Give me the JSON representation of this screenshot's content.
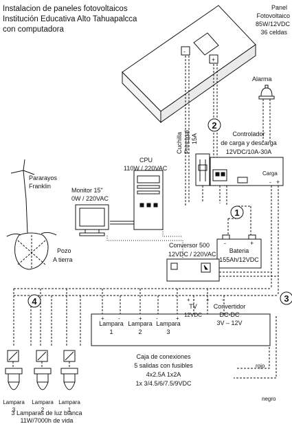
{
  "title": {
    "line1": "Instalacion de paneles fotovoltaicos",
    "line2": "Institución Educativa Alto Tahuapalcca",
    "line3": "con computadora"
  },
  "panel": {
    "label1": "Panel",
    "label2": "Fotovoltaico",
    "label3": "85W/12VDC",
    "label4": "36 celdas",
    "minus": "-",
    "plus": "+"
  },
  "alarm": {
    "label": "Alarma"
  },
  "breaker": {
    "label1": "Cuchilla",
    "label2": "Principal",
    "label3": "15A"
  },
  "controller": {
    "label1": "Controlador",
    "label2": "de carga y descarga",
    "label3": "12VDC/10A-30A",
    "load": "Carga",
    "minus": "-",
    "plus": "+"
  },
  "battery": {
    "label1": "Bateria",
    "label2": "155Ah/12VDC",
    "minus": "-",
    "plus": "+"
  },
  "lightning": {
    "label1": "Pararayos",
    "label2": "Franklin"
  },
  "ground": {
    "label1": "Pozo",
    "label2": "A tierra"
  },
  "monitor": {
    "label1": "Monitor 15\"",
    "label2": "0W / 220VAC"
  },
  "cpu": {
    "label1": "CPU",
    "label2": "110W / 220VAC"
  },
  "inverter": {
    "label1": "Conversor 500",
    "label2": "12VDC / 220VAC"
  },
  "junction": {
    "outputs": [
      {
        "line1": "Lampara",
        "line2": "1"
      },
      {
        "line1": "Lampara",
        "line2": "2"
      },
      {
        "line1": "Lampara",
        "line2": "3"
      },
      {
        "line1": "TV",
        "line2": "12VDC"
      },
      {
        "line1": "Convertidor",
        "line2": "DC-DC",
        "line3": "3V – 12V"
      }
    ],
    "caption1": "Caja de conexiones",
    "caption2": "5 salidas con fusibles",
    "caption3": "4x2.5A 1x2A",
    "caption4": "1x 3/4.5/6/7.5/9VDC"
  },
  "lamps": {
    "items": [
      {
        "line1": "Lampara",
        "line2": "3"
      },
      {
        "line1": "Lampara",
        "line2": "2"
      },
      {
        "line1": "Lampara",
        "line2": "1"
      }
    ],
    "caption1": "3 Lamparas de luz blanca",
    "caption2": "11W/7000h de vida"
  },
  "wires": {
    "red": "rojo",
    "black": "negro"
  },
  "markers": [
    "1",
    "2",
    "3",
    "4"
  ]
}
